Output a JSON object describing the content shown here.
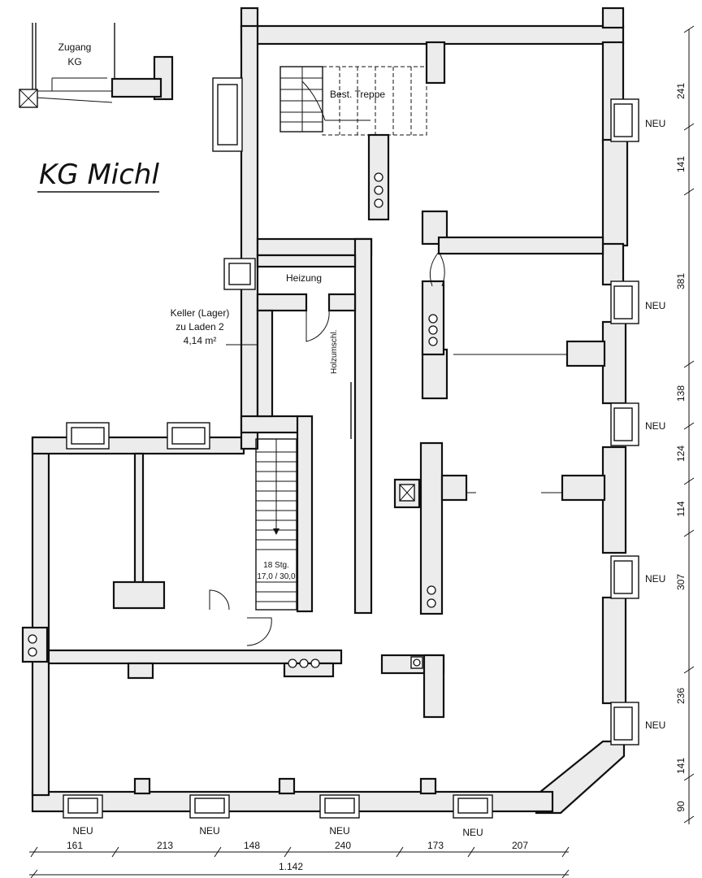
{
  "title": "KG Michl",
  "inset": {
    "label_line1": "Zugang",
    "label_line2": "KG"
  },
  "rooms": {
    "stair_existing": "Best. Treppe",
    "heating": "Heizung",
    "storage_line1": "Keller (Lager)",
    "storage_line2": "zu Laden 2",
    "storage_line3": "4,14 m²",
    "wood_label": "Holzumschl.",
    "stairs_line1": "18 Stg.",
    "stairs_line2": "17,0 / 30,0"
  },
  "window_tags": {
    "right_1": "NEU",
    "right_2": "NEU",
    "right_3": "NEU",
    "right_4": "NEU",
    "right_5": "NEU",
    "bottom_1": "NEU",
    "bottom_2": "NEU",
    "bottom_3": "NEU",
    "bottom_4": "NEU"
  },
  "dimensions_right": [
    "241",
    "141",
    "381",
    "138",
    "124",
    "114",
    "307",
    "236",
    "141",
    "90"
  ],
  "dimensions_bottom": [
    "161",
    "213",
    "148",
    "240",
    "173",
    "207"
  ],
  "dimension_total": "1.142"
}
